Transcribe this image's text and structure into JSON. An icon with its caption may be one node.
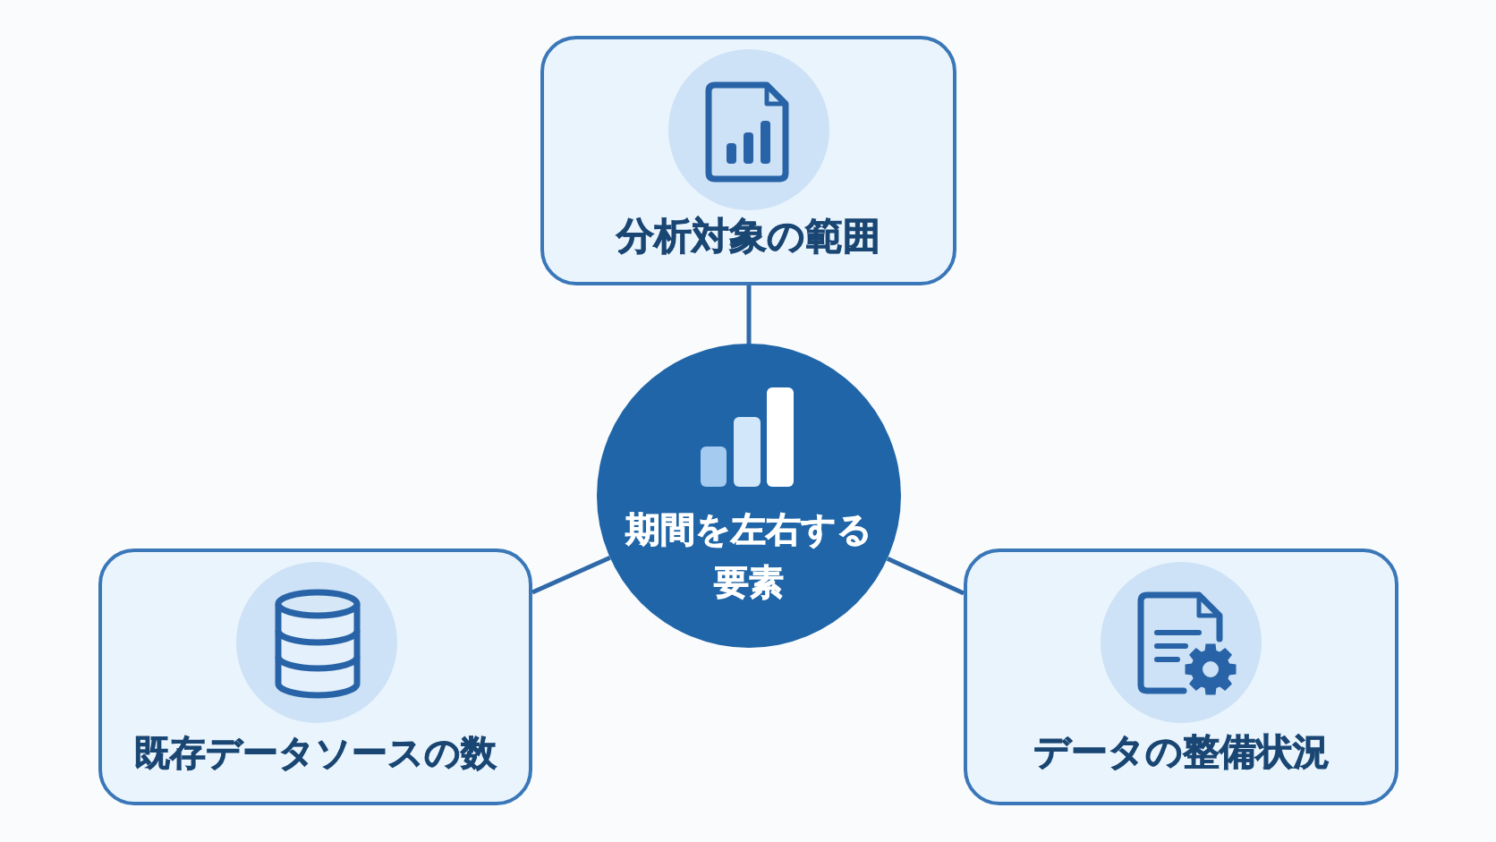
{
  "diagram": {
    "nodes": [
      {
        "text": [
          "分析対象の範囲"
        ]
      },
      {
        "text": [
          "期間を左右する要素"
        ]
      },
      {
        "text": [
          "既存データソースの数"
        ]
      },
      {
        "text": [
          "データの整備状況"
        ]
      }
    ],
    "edges": [
      {
        "from": 1,
        "to": 0,
        "arrow": "none"
      },
      {
        "from": 1,
        "to": 2,
        "arrow": "none"
      },
      {
        "from": 1,
        "to": 3,
        "arrow": "none"
      }
    ]
  }
}
